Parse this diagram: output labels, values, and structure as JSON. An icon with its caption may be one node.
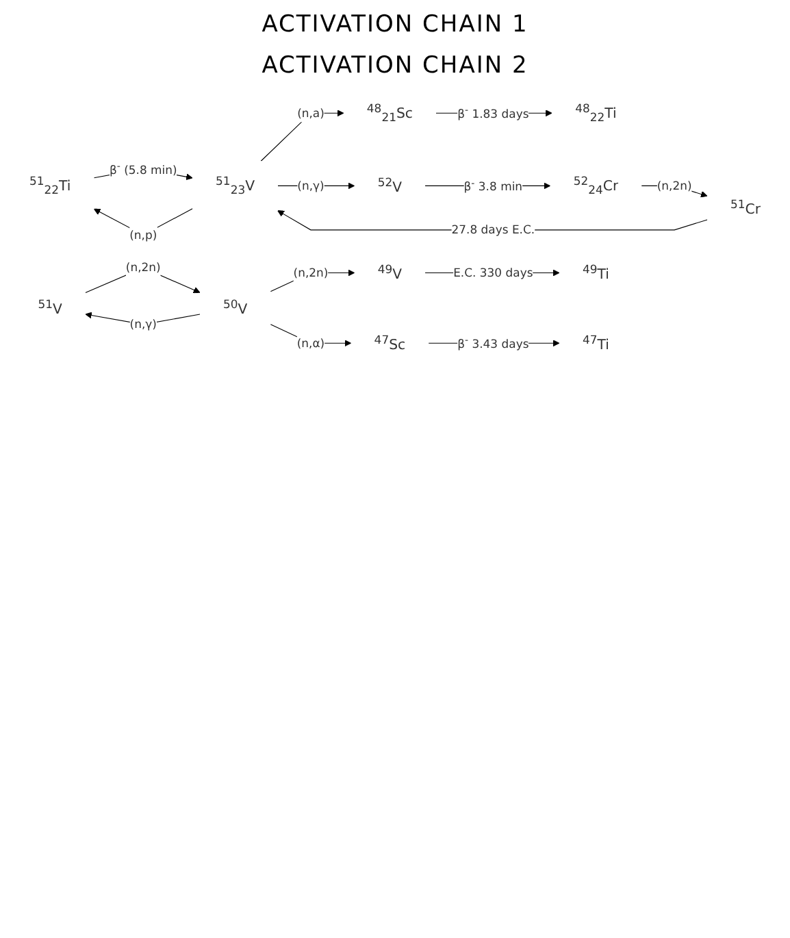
{
  "diagram": {
    "title": "ACTIVATION CHAIN 1",
    "nodes": [
      {
        "text": [
          "$^{48}$$_{21}$Sc"
        ]
      },
      {
        "text": [
          "$^{48}$$_{22}$Ti"
        ]
      },
      {
        "text": [
          "$^{51}$$_{22}$Ti"
        ]
      },
      {
        "text": [
          "$^{51}$$_{23}$V"
        ]
      },
      {
        "text": [
          "$^{52}$V"
        ]
      },
      {
        "text": [
          "$^{52}$$_{24}$Cr"
        ]
      },
      {
        "text": [
          "$^{51}$Cr"
        ]
      },
      {
        "text": [
          "$^{51}$V"
        ]
      },
      {
        "text": [
          "$^{50}$V"
        ]
      },
      {
        "text": [
          "$^{49}$V"
        ]
      },
      {
        "text": [
          "$^{49}$Ti"
        ]
      },
      {
        "text": [
          "$^{47}$Sc"
        ]
      },
      {
        "text": [
          "$^{47}$Ti"
        ]
      }
    ],
    "edges": [
      {
        "from": 0,
        "to": 1,
        "arrow": "to",
        "label": "β$^{-}$ 1.83 days"
      },
      {
        "from": 3,
        "to": 0,
        "arrow": "to",
        "label": "(n,a)"
      },
      {
        "from": 2,
        "to": 3,
        "arrow": "to",
        "label": "β$^{-}$ (5.8 min)"
      },
      {
        "from": 3,
        "to": 2,
        "arrow": "to",
        "label": "(n,p)"
      },
      {
        "from": 3,
        "to": 4,
        "arrow": "to",
        "label": "(n,γ)"
      },
      {
        "from": 4,
        "to": 5,
        "arrow": "to",
        "label": "β$^{-}$ 3.8 min"
      },
      {
        "from": 5,
        "to": 6,
        "arrow": "to",
        "label": "(n,2n)"
      },
      {
        "from": 6,
        "to": 3,
        "arrow": "to",
        "label": "27.8 days E.C."
      },
      {
        "from": 7,
        "to": 8,
        "arrow": "to",
        "label": "(n,2n)"
      },
      {
        "from": 8,
        "to": 7,
        "arrow": "to",
        "label": "(n,γ)"
      },
      {
        "from": 8,
        "to": 9,
        "arrow": "to",
        "label": "(n,2n)"
      },
      {
        "from": 9,
        "to": 10,
        "arrow": "to",
        "label": "E.C. 330 days"
      },
      {
        "from": 8,
        "to": 11,
        "arrow": "to",
        "label": "(n,α)"
      },
      {
        "from": 11,
        "to": 12,
        "arrow": "to",
        "label": "β$^{-}$ 3.43 days"
      }
    ],
    "labels": [
      "ACTIVATION CHAIN 2"
    ]
  }
}
